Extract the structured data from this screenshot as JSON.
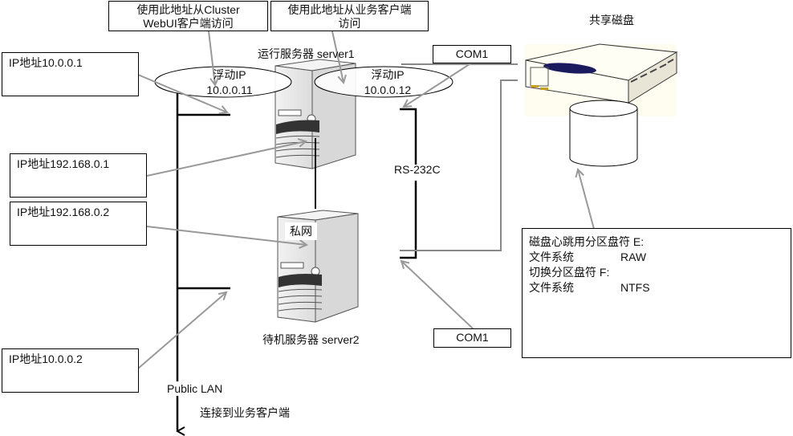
{
  "callouts": {
    "webui_access": "使用此地址从Cluster WebUI客户端访问",
    "webui_access_line1": "使用此地址从Cluster",
    "webui_access_line2": "WebUI客户端访问",
    "client_access_line1": "使用此地址从业务客户端",
    "client_access_line2": "访问"
  },
  "ip_boxes": {
    "server1_public": "IP地址10.0.0.1",
    "server1_private": "IP地址192.168.0.1",
    "server2_private": "IP地址192.168.0.2",
    "server2_public": "IP地址10.0.0.2"
  },
  "floating_ips": [
    {
      "title": "浮动IP",
      "address": "10.0.0.11"
    },
    {
      "title": "浮动IP",
      "address": "10.0.0.12"
    }
  ],
  "servers": {
    "active": "运行服务器 server1",
    "standby": "待机服务器 server2"
  },
  "com_ports": {
    "top": "COM1",
    "bottom": "COM1"
  },
  "links": {
    "serial": "RS-232C",
    "private": "私网",
    "public_lan": "Public LAN",
    "client_connect": "连接到业务客户端"
  },
  "shared_disk": {
    "title": "共享磁盘",
    "info": [
      {
        "key": "磁盘心跳用分区盘符 E:",
        "value": ""
      },
      {
        "key": "文件系统",
        "value": "RAW"
      },
      {
        "key": "切换分区盘符 F:",
        "value": ""
      },
      {
        "key": "文件系统",
        "value": "NTFS"
      }
    ]
  },
  "colors": {
    "line": "#000000",
    "arrow": "#999999",
    "disk_bg": "#fffdf0",
    "disk_side": "#e8e4d6",
    "disk_stripe": "#1a1a5e"
  }
}
